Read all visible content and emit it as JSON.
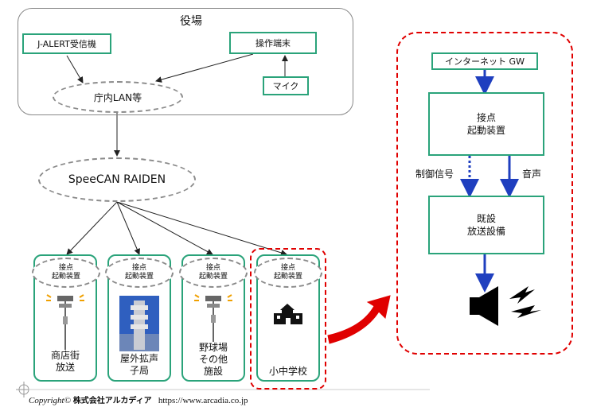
{
  "office": {
    "title": "役場",
    "jalert": "J-ALERT受信機",
    "terminal": "操作端末",
    "mic": "マイク",
    "lan": "庁内LAN等"
  },
  "network": "SpeeCAN RAIDEN",
  "sites": [
    {
      "contact_line1": "接点",
      "contact_line2": "起動装置",
      "label_line1": "商店街",
      "label_line2": "放送",
      "label_line3": ""
    },
    {
      "contact_line1": "接点",
      "contact_line2": "起動装置",
      "label_line1": "屋外拡声",
      "label_line2": "子局",
      "label_line3": ""
    },
    {
      "contact_line1": "接点",
      "contact_line2": "起動装置",
      "label_line1": "野球場",
      "label_line2": "その他",
      "label_line3": "施設"
    },
    {
      "contact_line1": "接点",
      "contact_line2": "起動装置",
      "label_line1": "小中学校",
      "label_line2": "",
      "label_line3": ""
    }
  ],
  "detail": {
    "gateway": "インターネット GW",
    "contact_line1": "接点",
    "contact_line2": "起動装置",
    "control_signal": "制御信号",
    "audio": "音声",
    "existing_line1": "既設",
    "existing_line2": "放送設備"
  },
  "copyright": {
    "prefix": "Copyright©",
    "company": "株式会社アルカディア",
    "url": "https://www.arcadia.co.jp"
  },
  "colors": {
    "green": "#2aa37a",
    "red": "#e00000",
    "blue": "#1f3fbf",
    "gray": "#8a8a8a"
  }
}
